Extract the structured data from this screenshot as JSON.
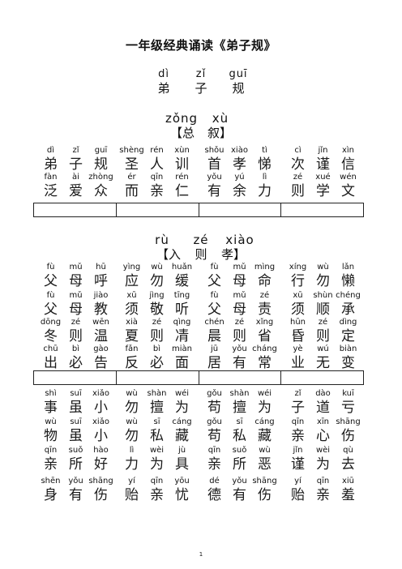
{
  "title": "一年级经典诵读《弟子规》",
  "book": {
    "pinyin": [
      "dì",
      "zǐ",
      "guī"
    ],
    "hanzi": [
      "弟",
      "子",
      "规"
    ]
  },
  "sections": [
    {
      "pinyin": [
        "zǒng",
        "xù"
      ],
      "hanzi": [
        "【总",
        "叙】"
      ],
      "lines": [
        {
          "groups": [
            {
              "py": [
                "dì",
                "zǐ",
                "guī"
              ],
              "hz": [
                "弟",
                "子",
                "规"
              ]
            },
            {
              "py": [
                "shèng",
                "rén",
                "xùn"
              ],
              "hz": [
                "圣",
                "人",
                "训"
              ]
            },
            {
              "py": [
                "shǒu",
                "xiào",
                "tì"
              ],
              "hz": [
                "首",
                "孝",
                "悌"
              ]
            },
            {
              "py": [
                "cì",
                "jǐn",
                "xìn"
              ],
              "hz": [
                "次",
                "谨",
                "信"
              ]
            }
          ]
        },
        {
          "groups": [
            {
              "py": [
                "fàn",
                "ài",
                "zhòng"
              ],
              "hz": [
                "泛",
                "爱",
                "众"
              ]
            },
            {
              "py": [
                "ér",
                "qīn",
                "rén"
              ],
              "hz": [
                "而",
                "亲",
                "仁"
              ]
            },
            {
              "py": [
                "yǒu",
                "yú",
                "lì"
              ],
              "hz": [
                "有",
                "余",
                "力"
              ]
            },
            {
              "py": [
                "zé",
                "xué",
                "wén"
              ],
              "hz": [
                "则",
                "学",
                "文"
              ]
            }
          ]
        }
      ]
    },
    {
      "pinyin": [
        "rù",
        "zé",
        "xiào"
      ],
      "hanzi": [
        "【入",
        "则",
        "孝】"
      ],
      "lines": [
        {
          "groups": [
            {
              "py": [
                "fù",
                "mǔ",
                "hū"
              ],
              "hz": [
                "父",
                "母",
                "呼"
              ]
            },
            {
              "py": [
                "yìng",
                "wù",
                "huǎn"
              ],
              "hz": [
                "应",
                "勿",
                "缓"
              ]
            },
            {
              "py": [
                "fù",
                "mǔ",
                "mìng"
              ],
              "hz": [
                "父",
                "母",
                "命"
              ]
            },
            {
              "py": [
                "xíng",
                "wù",
                "lǎn"
              ],
              "hz": [
                "行",
                "勿",
                "懒"
              ]
            }
          ]
        },
        {
          "groups": [
            {
              "py": [
                "fù",
                "mǔ",
                "jiào"
              ],
              "hz": [
                "父",
                "母",
                "教"
              ]
            },
            {
              "py": [
                "xū",
                "jìng",
                "tīng"
              ],
              "hz": [
                "须",
                "敬",
                "听"
              ]
            },
            {
              "py": [
                "fù",
                "mǔ",
                "zé"
              ],
              "hz": [
                "父",
                "母",
                "责"
              ]
            },
            {
              "py": [
                "xū",
                "shùn",
                "chéng"
              ],
              "hz": [
                "须",
                "顺",
                "承"
              ]
            }
          ]
        },
        {
          "groups": [
            {
              "py": [
                "dōng",
                "zé",
                "wēn"
              ],
              "hz": [
                "冬",
                "则",
                "温"
              ]
            },
            {
              "py": [
                "xià",
                "zé",
                "qìng"
              ],
              "hz": [
                "夏",
                "则",
                "凊"
              ]
            },
            {
              "py": [
                "chén",
                "zé",
                "xǐng"
              ],
              "hz": [
                "晨",
                "则",
                "省"
              ]
            },
            {
              "py": [
                "hūn",
                "zé",
                "dìng"
              ],
              "hz": [
                "昏",
                "则",
                "定"
              ]
            }
          ]
        },
        {
          "groups": [
            {
              "py": [
                "chū",
                "bì",
                "gào"
              ],
              "hz": [
                "出",
                "必",
                "告"
              ]
            },
            {
              "py": [
                "fǎn",
                "bì",
                "miàn"
              ],
              "hz": [
                "反",
                "必",
                "面"
              ]
            },
            {
              "py": [
                "jū",
                "yǒu",
                "cháng"
              ],
              "hz": [
                "居",
                "有",
                "常"
              ]
            },
            {
              "py": [
                "yè",
                "wú",
                "biàn"
              ],
              "hz": [
                "业",
                "无",
                "变"
              ]
            }
          ]
        },
        {
          "groups": [
            {
              "py": [
                "shì",
                "suī",
                "xiǎo"
              ],
              "hz": [
                "事",
                "虽",
                "小"
              ]
            },
            {
              "py": [
                "wù",
                "shàn",
                "wéi"
              ],
              "hz": [
                "勿",
                "擅",
                "为"
              ]
            },
            {
              "py": [
                "gǒu",
                "shàn",
                "wéi"
              ],
              "hz": [
                "苟",
                "擅",
                "为"
              ]
            },
            {
              "py": [
                "zǐ",
                "dào",
                "kuī"
              ],
              "hz": [
                "子",
                "道",
                "亏"
              ]
            }
          ]
        },
        {
          "groups": [
            {
              "py": [
                "wù",
                "suī",
                "xiǎo"
              ],
              "hz": [
                "物",
                "虽",
                "小"
              ]
            },
            {
              "py": [
                "wù",
                "sī",
                "cáng"
              ],
              "hz": [
                "勿",
                "私",
                "藏"
              ]
            },
            {
              "py": [
                "gǒu",
                "sī",
                "cáng"
              ],
              "hz": [
                "苟",
                "私",
                "藏"
              ]
            },
            {
              "py": [
                "qīn",
                "xīn",
                "shāng"
              ],
              "hz": [
                "亲",
                "心",
                "伤"
              ]
            }
          ]
        },
        {
          "groups": [
            {
              "py": [
                "qīn",
                "suǒ",
                "hào"
              ],
              "hz": [
                "亲",
                "所",
                "好"
              ]
            },
            {
              "py": [
                "lì",
                "wèi",
                "jù"
              ],
              "hz": [
                "力",
                "为",
                "具"
              ]
            },
            {
              "py": [
                "qīn",
                "suǒ",
                "wù"
              ],
              "hz": [
                "亲",
                "所",
                "恶"
              ]
            },
            {
              "py": [
                "jǐn",
                "wèi",
                "qù"
              ],
              "hz": [
                "谨",
                "为",
                "去"
              ]
            }
          ]
        },
        {
          "groups": [
            {
              "py": [
                "shēn",
                "yǒu",
                "shāng"
              ],
              "hz": [
                "身",
                "有",
                "伤"
              ]
            },
            {
              "py": [
                "yí",
                "qīn",
                "yōu"
              ],
              "hz": [
                "贻",
                "亲",
                "忧"
              ]
            },
            {
              "py": [
                "dé",
                "yǒu",
                "shāng"
              ],
              "hz": [
                "德",
                "有",
                "伤"
              ]
            },
            {
              "py": [
                "yí",
                "qīn",
                "xiū"
              ],
              "hz": [
                "贻",
                "亲",
                "羞"
              ]
            }
          ]
        }
      ]
    }
  ],
  "page_number": "1"
}
